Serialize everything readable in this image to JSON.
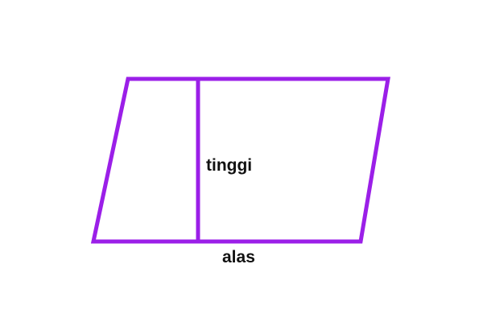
{
  "diagram": {
    "shape": "parallelogram",
    "labels": {
      "height": "tinggi",
      "base": "alas"
    },
    "colors": {
      "stroke": "#9b1fe8",
      "text": "#111111",
      "background": "#ffffff"
    }
  }
}
